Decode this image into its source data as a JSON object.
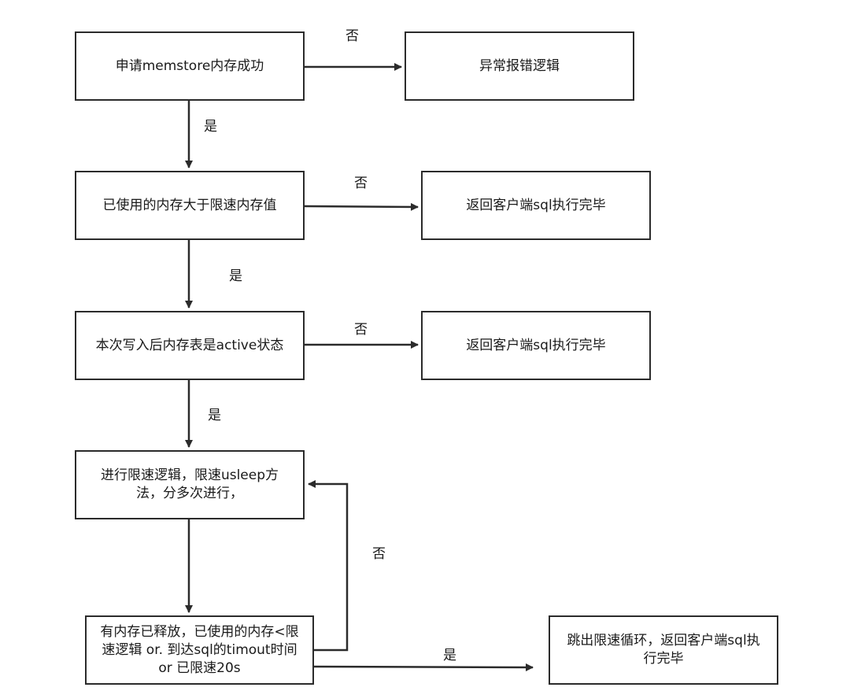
{
  "nodes": {
    "apply_memstore": "申请memstore内存成功",
    "error_logic": "异常报错逻辑",
    "used_gt_limit": "已使用的内存大于限速内存值",
    "return_client_1": "返回客户端sql执行完毕",
    "memtable_active": "本次写入后内存表是active状态",
    "return_client_2": "返回客户端sql执行完毕",
    "throttle_logic": "进行限速逻辑，限速usleep方法，分多次进行，",
    "exit_condition": "有内存已释放，已使用的内存<限速逻辑 or. 到达sql的timout时间 or 已限速20s",
    "exit_loop": "跳出限速循环，返回客户端sql执行完毕"
  },
  "edge_labels": {
    "no_1": "否",
    "yes_1": "是",
    "no_2": "否",
    "yes_2": "是",
    "no_3": "否",
    "yes_3": "是",
    "no_loop": "否",
    "yes_exit": "是"
  },
  "colors": {
    "line": "#2b2b2b",
    "background": "#ffffff"
  }
}
